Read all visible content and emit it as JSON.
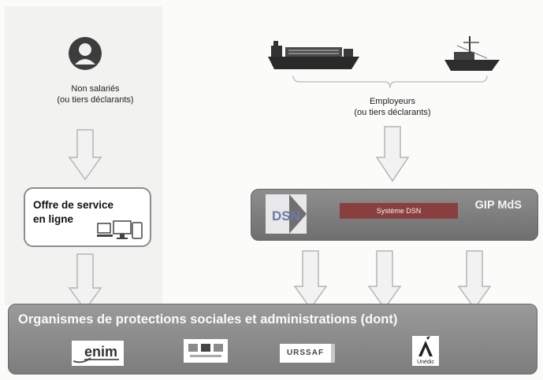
{
  "left": {
    "actor_label_line1": "Non salariés",
    "actor_label_line2": "(ou tiers déclarants)",
    "service_line1": "Offre de service",
    "service_line2": "en ligne"
  },
  "right": {
    "actor_label_line1": "Employeurs",
    "actor_label_line2": "(ou tiers déclarants)",
    "gip_label": "GIP MdS",
    "system_label": "Système DSN",
    "dsn_logo_text": "DSN"
  },
  "bottom": {
    "title": "Organismes de protections sociales et administrations (dont)",
    "logos": [
      {
        "text": "enim"
      },
      {
        "text": ""
      },
      {
        "text": "URSSAF"
      },
      {
        "text": "Unédic"
      }
    ]
  },
  "colors": {
    "box_gray": "#7f7f7f",
    "arrow_fill": "#f2f2f2",
    "arrow_stroke": "#b0b0b0",
    "system_red": "#8a3f3f"
  }
}
